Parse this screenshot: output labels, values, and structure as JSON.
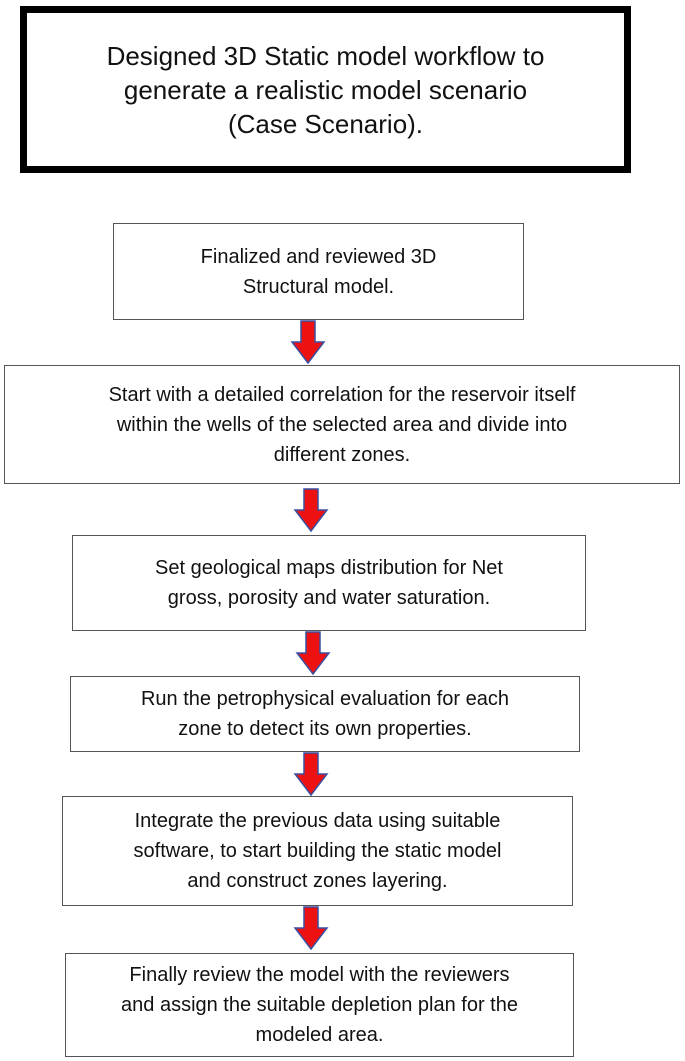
{
  "title": "Designed 3D Static model workflow to\ngenerate a realistic model scenario\n(Case Scenario).",
  "steps": [
    {
      "text": "Finalized and reviewed 3D\nStructural model."
    },
    {
      "text": "Start with a detailed correlation for the reservoir itself\nwithin the wells of the selected area and divide into\ndifferent zones."
    },
    {
      "text": "Set geological maps distribution for Net\ngross, porosity and water saturation."
    },
    {
      "text": "Run the petrophysical evaluation for each\nzone to detect its own properties."
    },
    {
      "text": "Integrate the previous data using suitable\nsoftware, to start building the static model\nand construct zones layering."
    },
    {
      "text": "Finally review the model with the reviewers\nand assign the suitable depletion plan for the\nmodeled area."
    }
  ],
  "colors": {
    "arrow_fill": "#ee1111",
    "arrow_stroke": "#3a4fa0",
    "title_border": "#000000"
  },
  "icons": {
    "connector": "down-arrow-icon"
  }
}
